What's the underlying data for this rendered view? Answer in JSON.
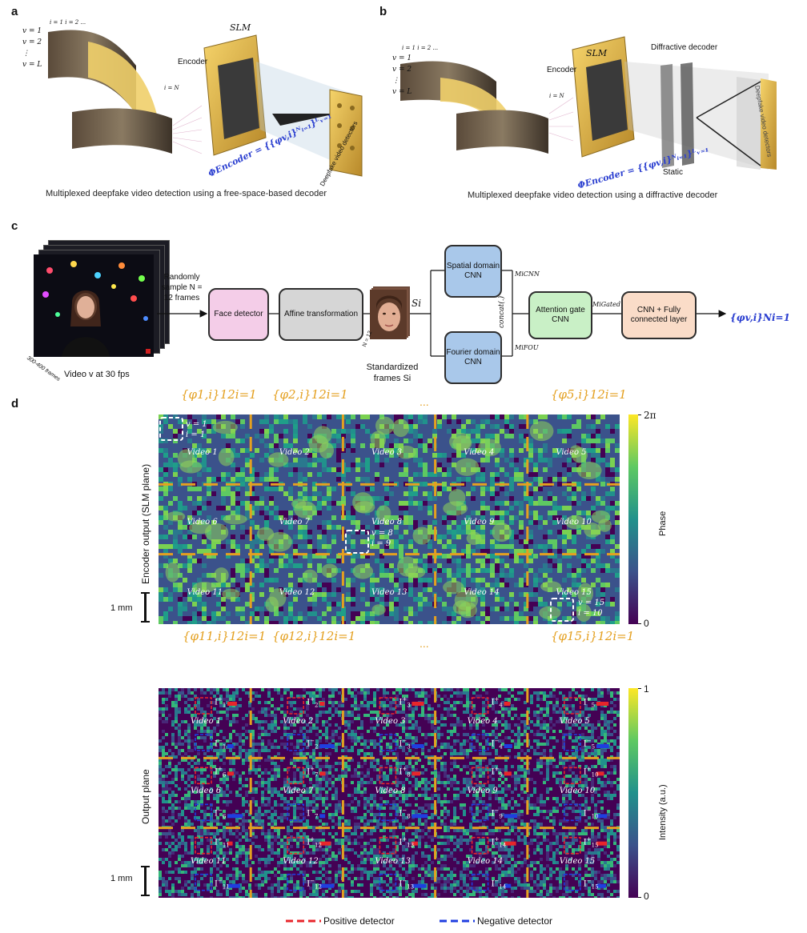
{
  "panels": {
    "a": {
      "letter": "a",
      "video_labels": [
        "v = 1",
        "v = 2",
        "⋮",
        "v = L"
      ],
      "frame_index_top": "i = 1   i = 2 ...",
      "frame_index_end": "i = N",
      "encoder_label": "Encoder",
      "slm_label": "SLM",
      "formula": "ΦEncoder = {{φv,i}ᴺᵢ₌₁}ᴸᵥ₌₁",
      "detector_label": "Deepfake video detectors",
      "caption": "Multiplexed deepfake video detection using a free-space-based decoder"
    },
    "b": {
      "letter": "b",
      "video_labels": [
        "v = 1",
        "v = 2",
        "⋮",
        "v = L"
      ],
      "frame_index_top": "i = 1   i = 2 ...",
      "frame_index_end": "i = N",
      "encoder_label": "Encoder",
      "slm_label": "SLM",
      "diffractive_label": "Diffractive decoder",
      "static_label": "Static",
      "formula": "ΦEncoder = {{φv,i}ᴺᵢ₌₁}ᴸᵥ₌₁",
      "detector_label": "Deepfake video detectors",
      "caption": "Multiplexed deepfake video detection using a diffractive decoder"
    },
    "c": {
      "letter": "c",
      "video_caption": "Video v at 30 fps",
      "frames_count": "300-400 frames",
      "sample_text": "Randomly sample N = 12 frames",
      "nodes": {
        "face": "Face detector",
        "affine": "Affine transformation",
        "spatial": "Spatial domain CNN",
        "fourier": "Fourier domain CNN",
        "attention": "Attention gate CNN",
        "fc": "CNN + Fully connected layer"
      },
      "n_label": "N = 12",
      "si_label": "Si",
      "standardized": "Standardized frames Si",
      "m_cnn": "MiCNN",
      "m_fou": "MiFOU",
      "concat": "concat(.)",
      "m_gated": "MiGated",
      "output": "{φv,i}Ni=1"
    },
    "d": {
      "letter": "d",
      "top_sets": [
        "{φ1,i}12i=1",
        "{φ2,i}12i=1",
        "...",
        "{φ5,i}12i=1"
      ],
      "bottom_sets": [
        "{φ11,i}12i=1",
        "{φ12,i}12i=1",
        "...",
        "{φ15,i}12i=1"
      ],
      "encoder_axis": "Encoder output (SLM plane)",
      "output_axis": "Output plane",
      "scale_bar": "1 mm",
      "phase_label": "Phase",
      "phase_ticks": [
        "2π",
        "0"
      ],
      "intensity_label": "Intensity (a.u.)",
      "intensity_ticks": [
        "1",
        "0"
      ],
      "videos": [
        "Video 1",
        "Video 2",
        "Video 3",
        "Video 4",
        "Video 5",
        "Video 6",
        "Video 7",
        "Video 8",
        "Video 9",
        "Video 10",
        "Video 11",
        "Video 12",
        "Video 13",
        "Video 14",
        "Video 15"
      ],
      "annotations": [
        {
          "v": "v = 1",
          "i": "i = 1"
        },
        {
          "v": "v = 8",
          "i": "i = 9"
        },
        {
          "v": "v = 15",
          "i": "i = 10"
        }
      ],
      "legend": {
        "positive": "Positive detector",
        "negative": "Negative detector"
      },
      "colors": {
        "orange": "#e4a020",
        "positive": "#e8262b",
        "negative": "#1f3ee0",
        "viridis_low": "#440154",
        "viridis_high": "#fde725"
      }
    }
  }
}
